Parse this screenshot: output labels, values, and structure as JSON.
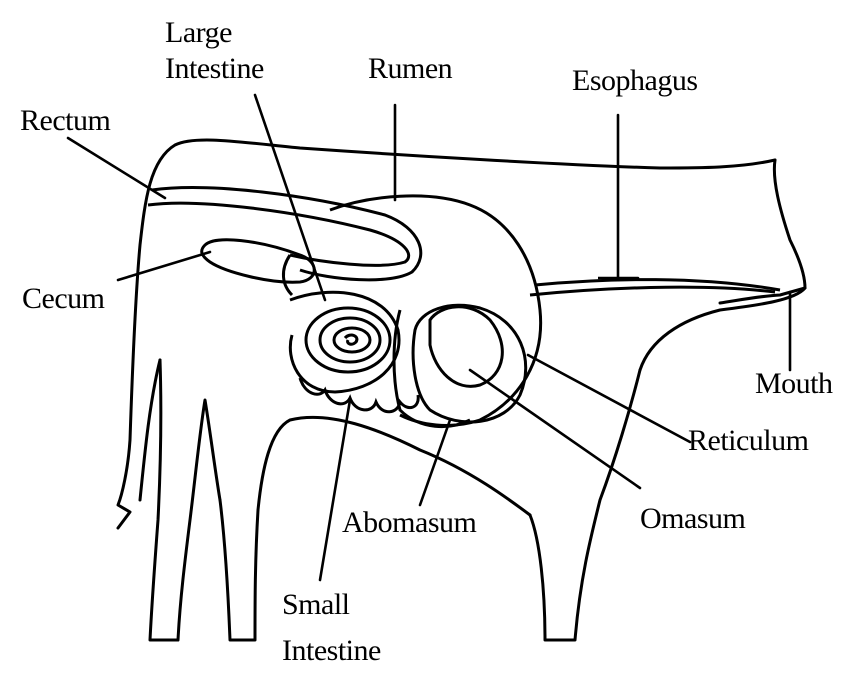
{
  "labels": {
    "large_intestine_line1": "Large",
    "large_intestine_line2": "Intestine",
    "rumen": "Rumen",
    "esophagus": "Esophagus",
    "rectum": "Rectum",
    "cecum": "Cecum",
    "mouth": "Mouth",
    "reticulum": "Reticulum",
    "omasum": "Omasum",
    "abomasum": "Abomasum",
    "small_intestine_line1": "Small",
    "small_intestine_line2": "Intestine"
  },
  "colors": {
    "stroke": "#000000",
    "background": "#ffffff"
  }
}
